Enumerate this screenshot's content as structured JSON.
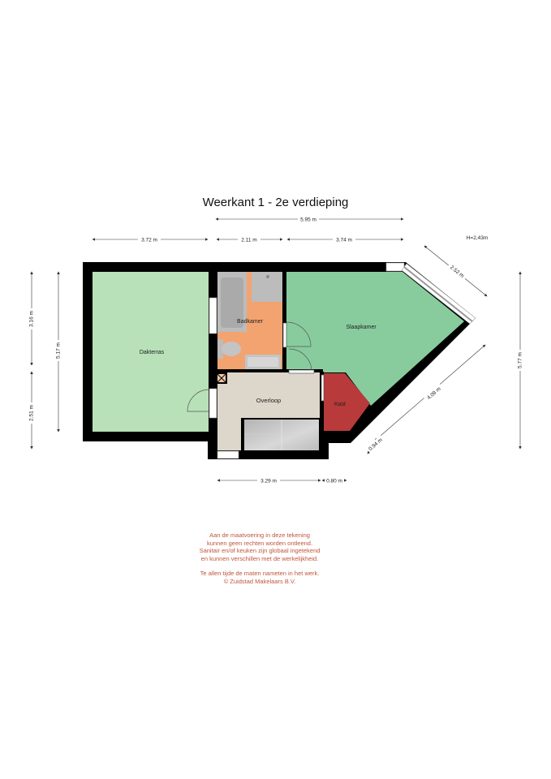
{
  "title": "Weerkant 1 - 2e verdieping",
  "ceiling_height": "H=2,43m",
  "colors": {
    "wall": "#000000",
    "dakterras": "#b8e0b9",
    "slaapkamer": "#88cc9e",
    "badkamer": "#f2a36f",
    "overloop": "#ddd6cb",
    "kast": "#b83a3a",
    "sanitair": "#bcbcbc",
    "stairs": "#c9c9c9",
    "dimension": "#333333",
    "disclaimer": "#c0553c"
  },
  "rooms": {
    "dakterras": "Dakterras",
    "badkamer": "Badkamer",
    "slaapkamer": "Slaapkamer",
    "overloop": "Overloop",
    "kast": "Kast"
  },
  "dimensions": {
    "top_total": "5.95 m",
    "top_left": "3.72 m",
    "top_mid": "2.11 m",
    "top_right": "3.74 m",
    "diag_top": "2.52 m",
    "left_upper": "3.16 m",
    "left_lower": "2.51 m",
    "left_total": "5.17 m",
    "right_total": "5.77 m",
    "diag_long": "4.09 m",
    "diag_short": "0.94 m",
    "bottom_left": "3.29 m",
    "bottom_right": "0.80 m"
  },
  "disclaimer": {
    "line1": "Aan de maatvoering in deze tekening",
    "line2": "kunnen geen rechten worden ontleend.",
    "line3": "Sanitair en/of keuken zijn globaal ingetekend",
    "line4": "en kunnen verschillen met de werkelijkheid.",
    "line5": "Te allen tijde de maten nameten in het werk.",
    "line6": "© Zuidstad Makelaars B.V."
  }
}
